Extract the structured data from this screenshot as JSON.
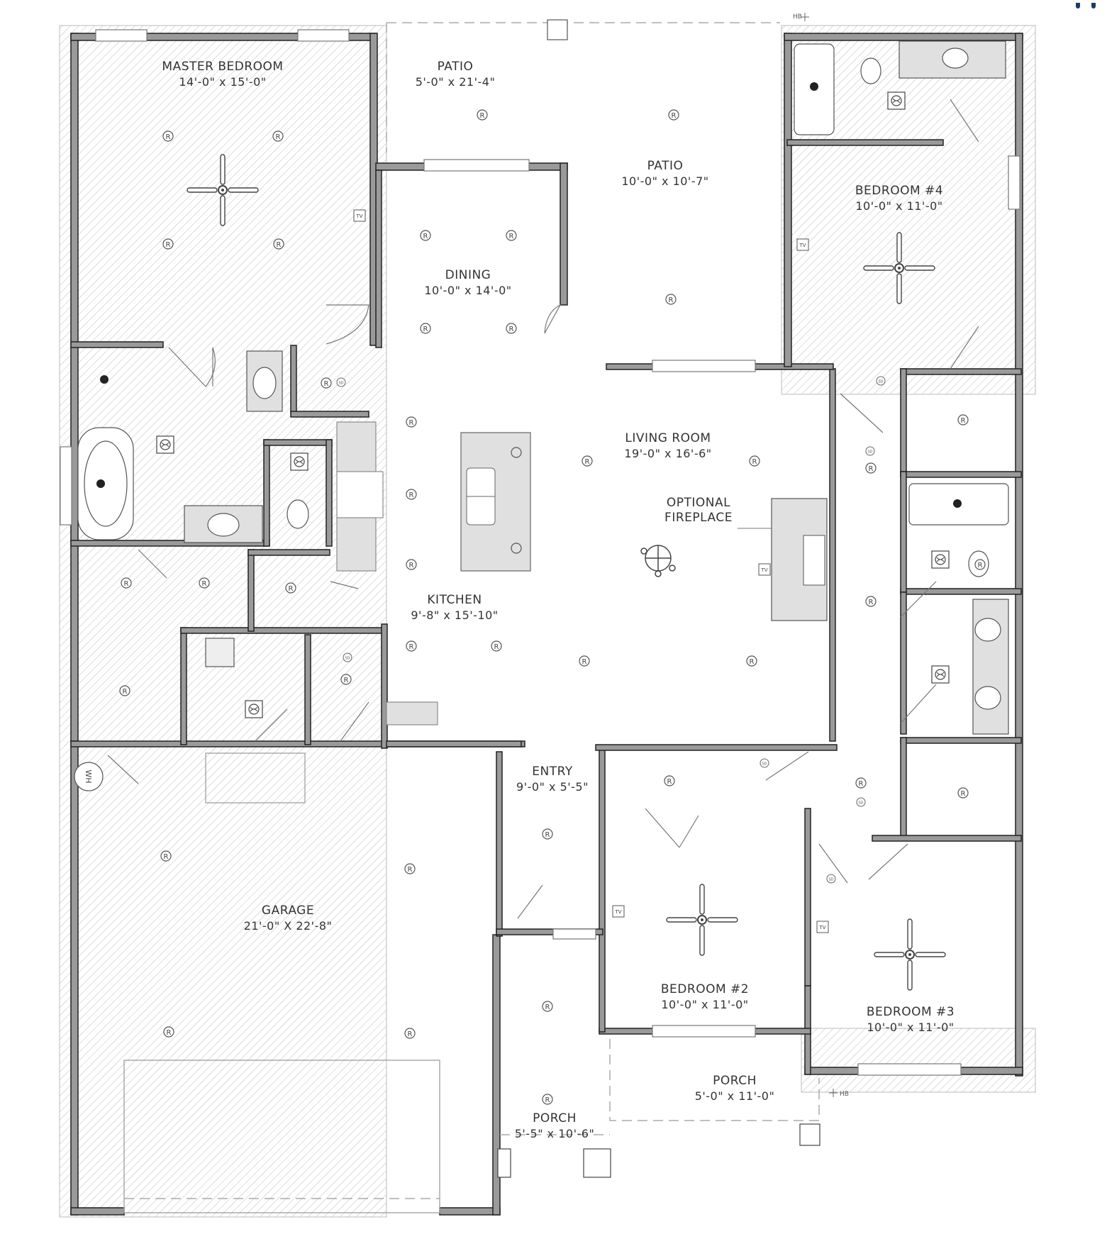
{
  "plan": {
    "rooms": [
      {
        "name": "MASTER BEDROOM",
        "dims": "14'-0\" x 15'-0\""
      },
      {
        "name": "PATIO",
        "dims": "5'-0\" x 21'-4\""
      },
      {
        "name": "PATIO",
        "dims": "10'-0\" x 10'-7\""
      },
      {
        "name": "BEDROOM #4",
        "dims": "10'-0\" x 11'-0\""
      },
      {
        "name": "DINING",
        "dims": "10'-0\" x 14'-0\""
      },
      {
        "name": "LIVING ROOM",
        "dims": "19'-0\" x 16'-6\""
      },
      {
        "name": "KITCHEN",
        "dims": "9'-8\" x 15'-10\""
      },
      {
        "name": "ENTRY",
        "dims": "9'-0\" x 5'-5\""
      },
      {
        "name": "GARAGE",
        "dims": "21'-0\" X 22'-8\""
      },
      {
        "name": "BEDROOM #2",
        "dims": "10'-0\" x 11'-0\""
      },
      {
        "name": "BEDROOM #3",
        "dims": "10'-0\" x 11'-0\""
      },
      {
        "name": "PORCH",
        "dims": "5'-0\" x 11'-0\""
      },
      {
        "name": "PORCH",
        "dims": "5'-5\" x 10'-6\""
      }
    ],
    "annotations": {
      "fireplace": "OPTIONAL\nFIREPLACE",
      "fireplace_line1": "OPTIONAL",
      "fireplace_line2": "FIREPLACE",
      "water_heater": "WH",
      "hose_bib_top": "HB",
      "hose_bib_bottom": "HB",
      "tv": "TV",
      "smoke_detector": "SD",
      "recessed_light": "R"
    }
  }
}
